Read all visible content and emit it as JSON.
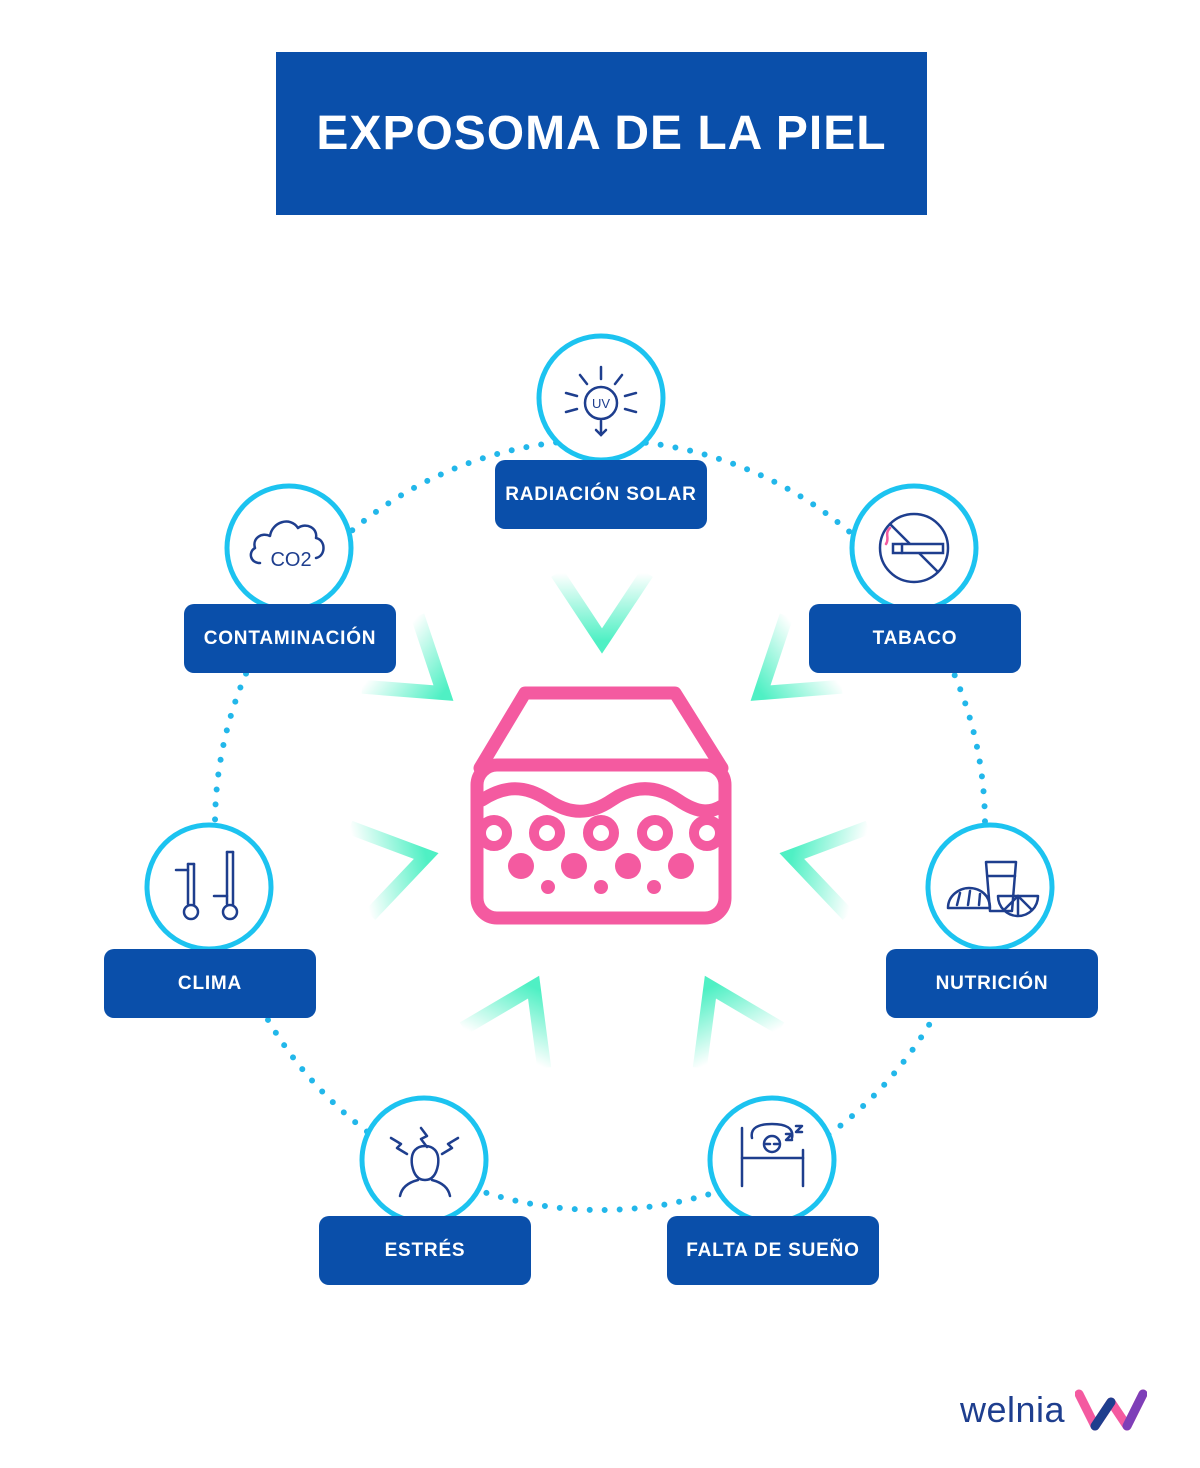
{
  "title": "EXPOSOMA DE LA PIEL",
  "factors": [
    {
      "id": "radiacion-solar",
      "label": "RADIACIÓN SOLAR",
      "icon": "uv-sun-icon",
      "uv_text": "UV"
    },
    {
      "id": "tabaco",
      "label": "TABACO",
      "icon": "no-smoking-icon"
    },
    {
      "id": "nutricion",
      "label": "NUTRICIÓN",
      "icon": "food-drink-icon"
    },
    {
      "id": "falta-de-sueno",
      "label": "FALTA DE SUEÑO",
      "icon": "sleep-bed-icon"
    },
    {
      "id": "estres",
      "label": "ESTRÉS",
      "icon": "stressed-head-icon"
    },
    {
      "id": "clima",
      "label": "CLIMA",
      "icon": "thermometers-icon"
    },
    {
      "id": "contaminacion",
      "label": "CONTAMINACIÓN",
      "icon": "co2-cloud-icon",
      "co2_text": "CO2"
    }
  ],
  "center_icon": "skin-layers-icon",
  "brand": {
    "name": "welnia",
    "logo_icon": "welnia-w-logo-icon"
  },
  "colors": {
    "primary_blue": "#0a4faa",
    "ring_cyan": "#1cc3f0",
    "dotted_ring": "#22b7ea",
    "skin_pink": "#f45aa0",
    "arrow_mint": "#4ff0c4",
    "icon_navy": "#1e3e8e"
  }
}
